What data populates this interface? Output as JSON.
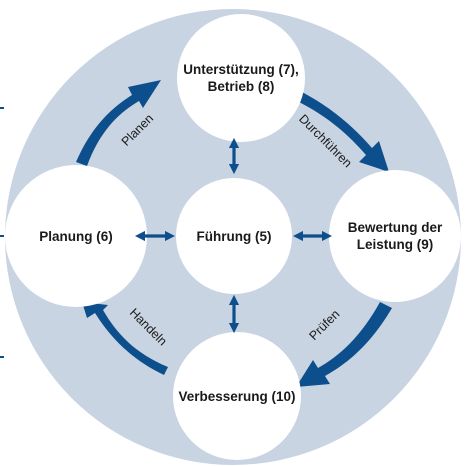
{
  "colors": {
    "background_disc": "#c9d4e2",
    "node_fill": "#ffffff",
    "arrow": "#0d4f8c",
    "text": "#1a1a1a"
  },
  "nodes": {
    "top": {
      "line1": "Unterstützung (7),",
      "line2": "Betrieb (8)"
    },
    "center": {
      "line1": "Führung (5)"
    },
    "left": {
      "line1": "Planung (6)"
    },
    "right": {
      "line1": "Bewertung der",
      "line2": "Leistung (9)"
    },
    "bottom": {
      "line1": "Verbesserung (10)"
    }
  },
  "cycle_labels": {
    "plan": "Planen",
    "do": "Durchführen",
    "check": "Prüfen",
    "act": "Handeln"
  }
}
